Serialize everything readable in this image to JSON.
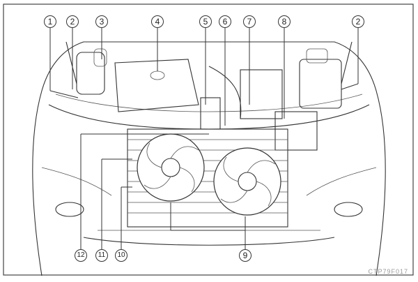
{
  "diagram": {
    "title_labels": {
      "top": [
        "1",
        "2",
        "3",
        "4",
        "5",
        "6",
        "7",
        "8",
        "2"
      ],
      "bottom": [
        "12",
        "11",
        "10",
        "9"
      ]
    },
    "watermark": "CTP79F017"
  }
}
